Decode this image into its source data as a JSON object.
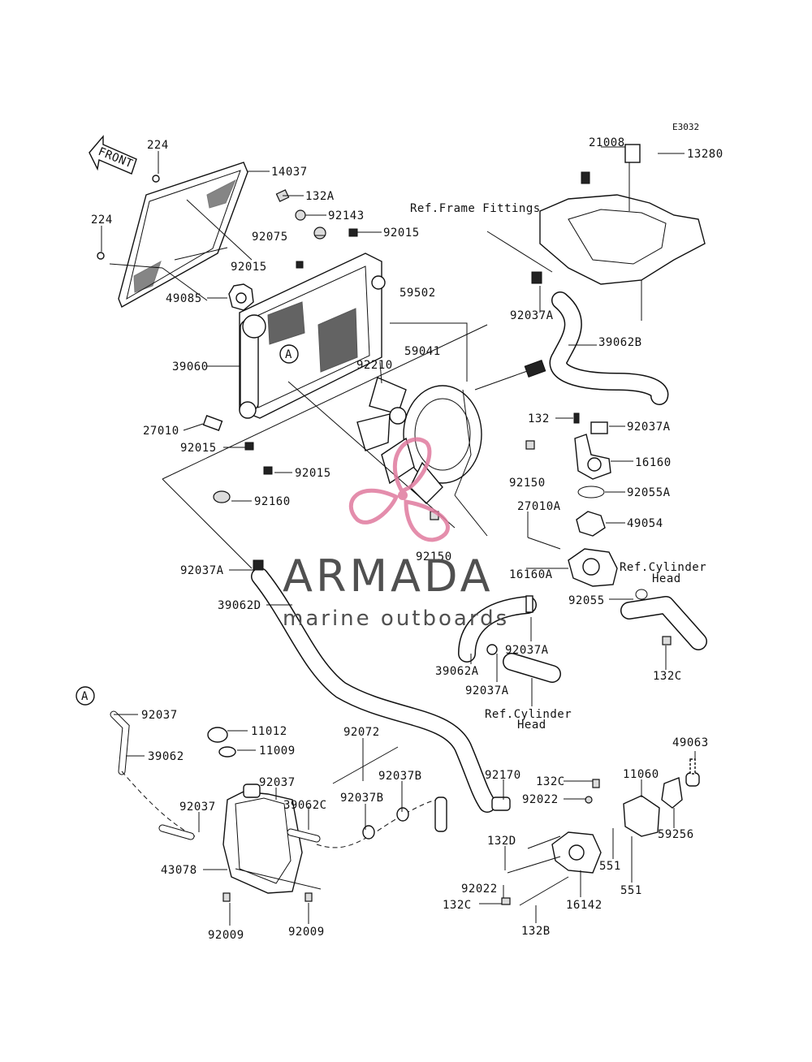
{
  "diagram_code": "E3032",
  "front_label": "FRONT",
  "callout_letter": "A",
  "watermark": {
    "brand": "ARMADA",
    "tagline": "marine outboards",
    "logo_color": "#e07a9e"
  },
  "references": {
    "frame_fittings": "Ref.Frame Fittings",
    "cylinder_head_1_line1": "Ref.Cylinder",
    "cylinder_head_1_line2": "Head",
    "cylinder_head_2_line1": "Ref.Cylinder",
    "cylinder_head_2_line2": "Head"
  },
  "part_labels": [
    "224",
    "224",
    "14037",
    "132A",
    "92143",
    "92075",
    "92015",
    "92015",
    "21008",
    "13280",
    "49085",
    "39060",
    "27010",
    "92015",
    "92015",
    "92160",
    "59502",
    "59041",
    "92210",
    "92037A",
    "39062B",
    "132",
    "92037A",
    "16160",
    "92150",
    "92055A",
    "27010A",
    "49054",
    "92150",
    "92037A",
    "16160A",
    "92055",
    "39062D",
    "92037A",
    "39062A",
    "92037A",
    "132C",
    "92037",
    "39062",
    "11012",
    "11009",
    "92072",
    "92037",
    "92037B",
    "92037B",
    "39062C",
    "92037",
    "43078",
    "92009",
    "92009",
    "92170",
    "132C",
    "92022",
    "132D",
    "92022",
    "132C",
    "132B",
    "16142",
    "11060",
    "49063",
    "551",
    "551",
    "59256"
  ]
}
